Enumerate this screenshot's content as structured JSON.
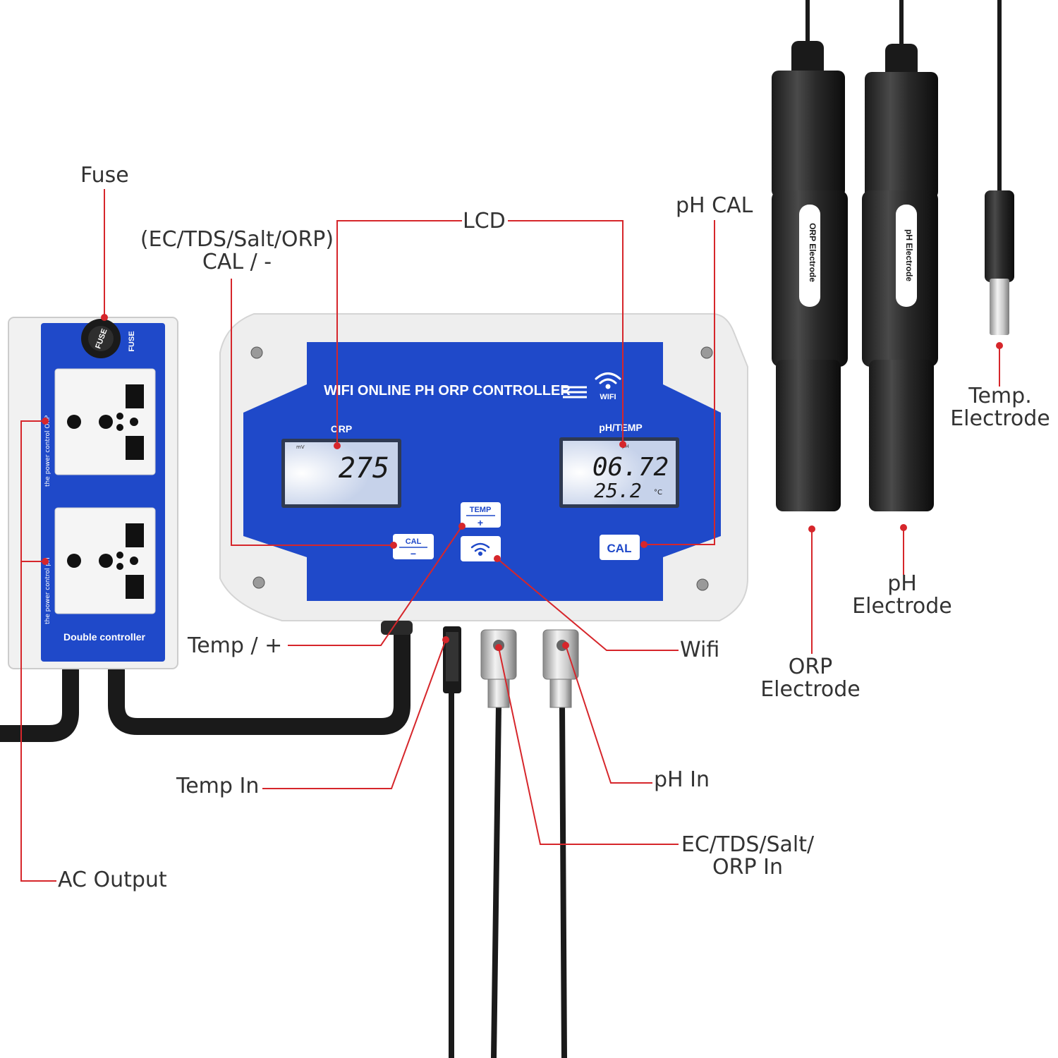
{
  "labels": {
    "fuse": "Fuse",
    "lcd": "LCD",
    "ec_cal": "(EC/TDS/Salt/ORP)\nCAL / -",
    "ph_cal": "pH CAL",
    "temp_electrode": "Temp.\nElectrode",
    "ph_electrode": "pH\nElectrode",
    "orp_electrode": "ORP\nElectrode",
    "temp_plus": "Temp / +",
    "wifi": "Wifi",
    "temp_in": "Temp In",
    "ph_in": "pH In",
    "ec_in": "EC/TDS/Salt/\nORP In",
    "ac_output": "AC Output"
  },
  "device": {
    "title": "WIFI ONLINE PH ORP CONTROLLER",
    "wifi_badge": "WIFI",
    "orp_header": "ORP",
    "ph_header": "pH/TEMP",
    "orp_unit": "mV",
    "orp_value": "275",
    "ph_unit": "pH",
    "ph_value": "06.72",
    "temp_value": "25.2",
    "temp_unit": "°C",
    "btn_cal_left_top": "CAL",
    "btn_cal_left_bottom": "−",
    "btn_temp_top": "TEMP",
    "btn_temp_bottom": "+",
    "btn_cal_right": "CAL"
  },
  "power_strip": {
    "fuse_cap": "FUSE",
    "fuse_label": "FUSE",
    "side_orp": "the power control ORP",
    "side_ph": "the power control pH",
    "footer": "Double controller"
  },
  "electrodes": {
    "orp_body": "ORP Electrode",
    "ph_body": "pH Electrode"
  },
  "colors": {
    "panel_blue": "#1f49c9",
    "callout_red": "#d6262b",
    "label_text": "#333333",
    "lcd_bg": "#c6d2ea"
  }
}
